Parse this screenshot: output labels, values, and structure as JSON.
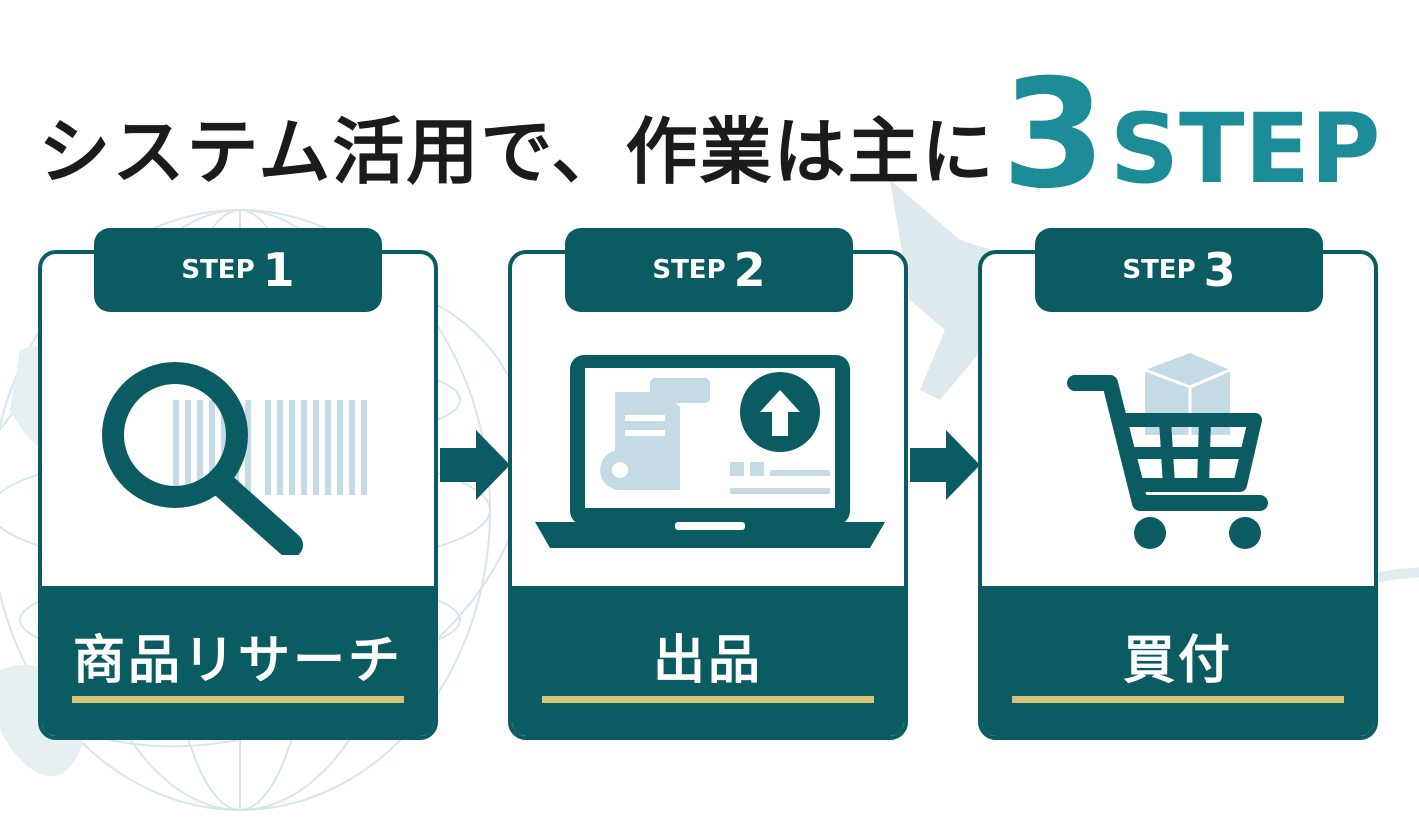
{
  "headline": {
    "text": "システム活用で、作業は主に",
    "number": "3",
    "suffix": "STEP"
  },
  "colors": {
    "primary": "#0b5b63",
    "accent": "#1b8c98",
    "underline": "#d6c47a",
    "icon_light": "#c4dbe6"
  },
  "steps": [
    {
      "word": "STEP",
      "num": "1",
      "label": "商品リサーチ",
      "icon": "magnifier-barcode-icon"
    },
    {
      "word": "STEP",
      "num": "2",
      "label": "出品",
      "icon": "laptop-upload-icon"
    },
    {
      "word": "STEP",
      "num": "3",
      "label": "買付",
      "icon": "shopping-cart-icon"
    }
  ]
}
